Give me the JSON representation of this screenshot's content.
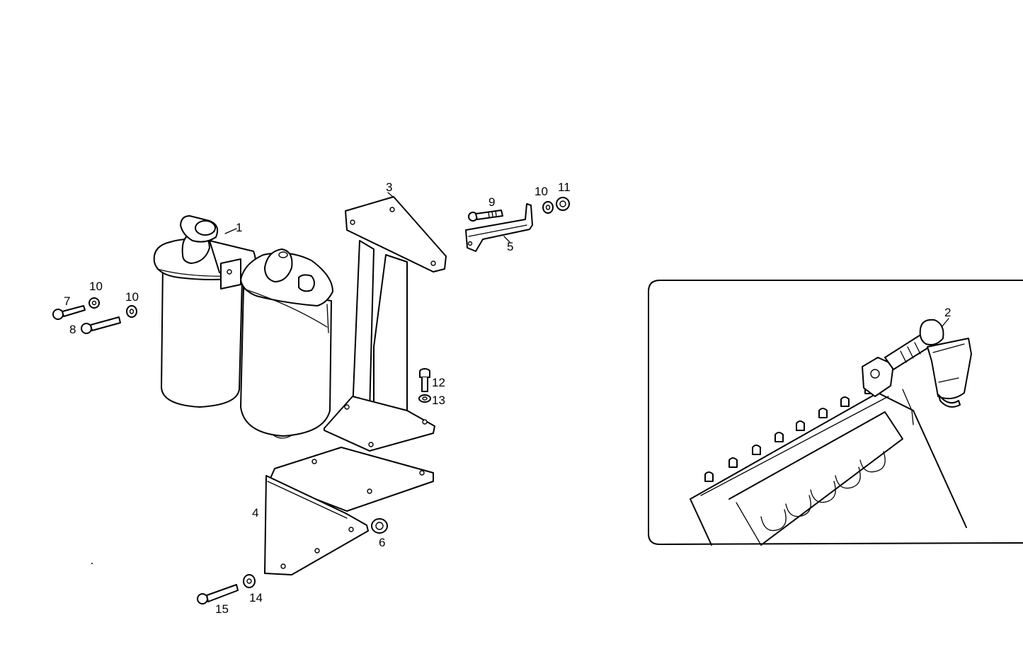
{
  "callouts": {
    "c1": "1",
    "c2": "2",
    "c3": "3",
    "c4": "4",
    "c5": "5",
    "c6": "6",
    "c7": "7",
    "c8": "8",
    "c9": "9",
    "c10a": "10",
    "c10b": "10",
    "c10c": "10",
    "c11": "11",
    "c12": "12",
    "c13": "13",
    "c14": "14",
    "c15": "15"
  }
}
